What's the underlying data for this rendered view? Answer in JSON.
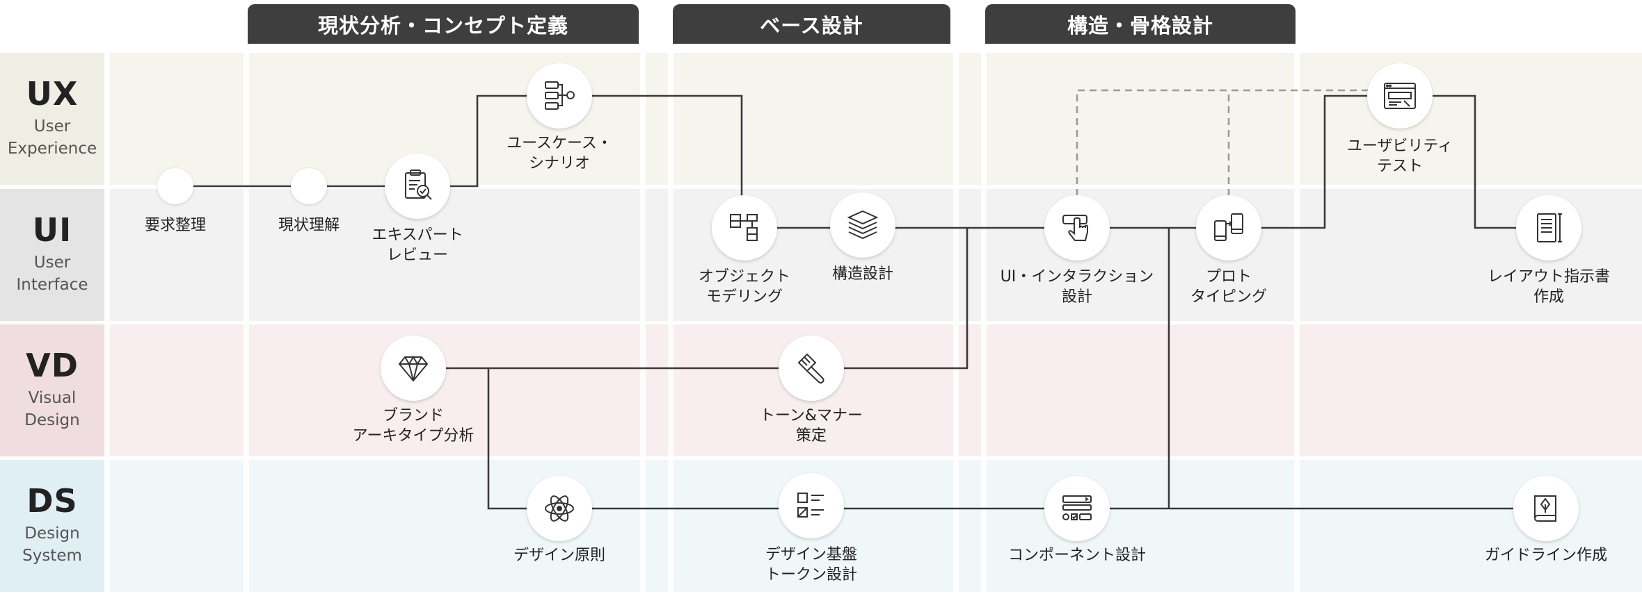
{
  "lanes": [
    {
      "abbr": "UX",
      "full": [
        "User",
        "Experience"
      ],
      "color": "#f5f5ee",
      "label_color": "#eeeee4"
    },
    {
      "abbr": "UI",
      "full": [
        "User",
        "Interface"
      ],
      "color": "#f2f2f2",
      "label_color": "#e4e4e4"
    },
    {
      "abbr": "VD",
      "full": [
        "Visual",
        "Design"
      ],
      "color": "#f8eeef",
      "label_color": "#f0dde0"
    },
    {
      "abbr": "DS",
      "full": [
        "Design",
        "System"
      ],
      "color": "#f0f7f9",
      "label_color": "#e0eff4"
    }
  ],
  "phases": [
    {
      "label": "現状分析・コンセプト定義"
    },
    {
      "label": "ベース設計"
    },
    {
      "label": "構造・骨格設計"
    }
  ],
  "nodes": [
    {
      "id": "youkyuu",
      "lines": [
        "要求整理"
      ],
      "icon": ""
    },
    {
      "id": "genjou",
      "lines": [
        "現状理解"
      ],
      "icon": ""
    },
    {
      "id": "expert",
      "lines": [
        "エキスパート",
        "レビュー"
      ],
      "icon": "clipboard-magnifier-icon"
    },
    {
      "id": "usecase",
      "lines": [
        "ユースケース・",
        "シナリオ"
      ],
      "icon": "flow-chart-icon"
    },
    {
      "id": "object",
      "lines": [
        "オブジェクト",
        "モデリング"
      ],
      "icon": "object-model-icon"
    },
    {
      "id": "kouzou",
      "lines": [
        "構造設計"
      ],
      "icon": "layers-icon"
    },
    {
      "id": "ui_interaction",
      "lines": [
        "UI・インタラクション",
        "設計"
      ],
      "icon": "hand-pointer-icon"
    },
    {
      "id": "prototype",
      "lines": [
        "プロト",
        "タイピング"
      ],
      "icon": "devices-icon"
    },
    {
      "id": "usability",
      "lines": [
        "ユーザビリティ",
        "テスト"
      ],
      "icon": "browser-window-icon"
    },
    {
      "id": "layout",
      "lines": [
        "レイアウト指示書",
        "作成"
      ],
      "icon": "layout-spec-icon"
    },
    {
      "id": "brand",
      "lines": [
        "ブランド",
        "アーキタイプ分析"
      ],
      "icon": "diamond-icon"
    },
    {
      "id": "tone",
      "lines": [
        "トーン&マナー",
        "策定"
      ],
      "icon": "paint-brush-icon"
    },
    {
      "id": "design_principle",
      "lines": [
        "デザイン原則"
      ],
      "icon": "atom-icon"
    },
    {
      "id": "design_token",
      "lines": [
        "デザイン基盤",
        "トークン設計"
      ],
      "icon": "component-grid-icon"
    },
    {
      "id": "component",
      "lines": [
        "コンポーネント設計"
      ],
      "icon": "ui-component-icon"
    },
    {
      "id": "guideline",
      "lines": [
        "ガイドライン作成"
      ],
      "icon": "guide-book-icon"
    }
  ]
}
